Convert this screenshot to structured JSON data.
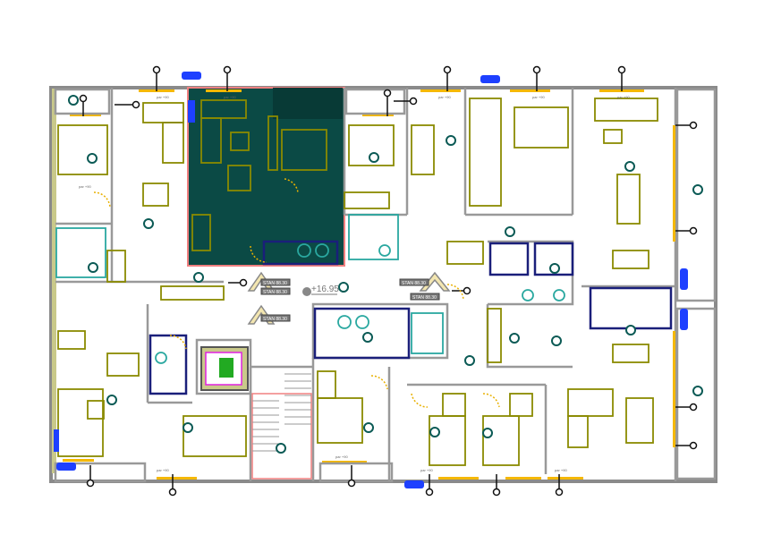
{
  "plan": {
    "elevation": "+16.95",
    "window_label": "par +90",
    "stair_labels": [
      "STAN 88.30",
      "STAN 88.30",
      "STAN 88.30",
      "STAN 88.30",
      "STAN 88.30"
    ],
    "colors": {
      "walls": "#8a8a8a",
      "furniture": "#8a8a00",
      "window": "#f5b800",
      "selected_apartment": "#0b4a45",
      "selected_outline": "#f08080",
      "sanitary": "#2aa8a0",
      "navy_wall": "#1a1f7a",
      "radiator": "#1e40ff"
    }
  }
}
